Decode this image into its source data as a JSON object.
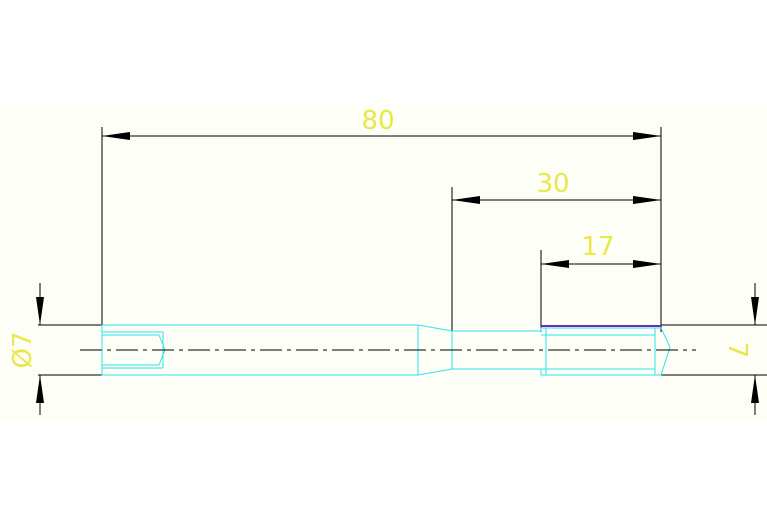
{
  "drawing": {
    "background_color": "#fdfef5",
    "page_color": "#ffffff",
    "colors": {
      "dimension_line": "#000000",
      "dimension_text": "#e8e84a",
      "part_outline": "#2ee3ee",
      "extension_line": "#000000",
      "chamfer_line": "#6a2cc8",
      "centerline": "#000000"
    }
  },
  "dimensions": {
    "overall_length": "80",
    "right_section_length": "30",
    "end_section_length": "17",
    "left_diameter": "Ø7",
    "right_height": "7"
  }
}
